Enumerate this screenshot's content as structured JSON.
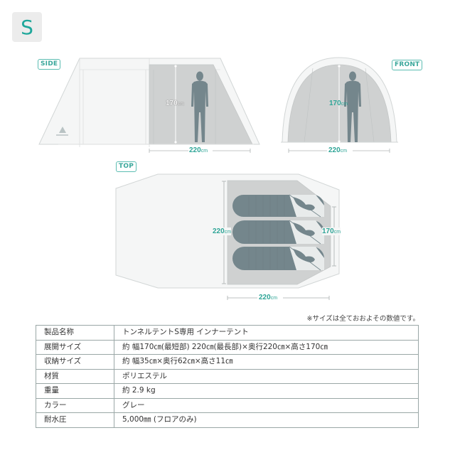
{
  "size_badge": "S",
  "views": {
    "side": {
      "label": "SIDE",
      "height_label": "170",
      "width_label": "220",
      "unit": "cm"
    },
    "front": {
      "label": "FRONT",
      "height_label": "170",
      "width_label": "220",
      "unit": "cm"
    },
    "top": {
      "label": "TOP",
      "length_label": "220",
      "right_width_label": "170",
      "bottom_width_label": "220",
      "unit": "cm"
    }
  },
  "colors": {
    "accent": "#2fa597",
    "inner_tent": "#cfd1d1",
    "silhouette": "#74868c",
    "outer_tent": "#f4f5f5"
  },
  "note": "※サイズは全ておおよその数値です。",
  "spec_table": {
    "rows": [
      {
        "key": "製品名称",
        "value": "トンネルテントS専用 インナーテント"
      },
      {
        "key": "展開サイズ",
        "value": "約 幅170㎝(最短部) 220㎝(最長部)×奥行220㎝×高さ170㎝"
      },
      {
        "key": "収納サイズ",
        "value": "約 幅35㎝×奥行62㎝×高さ11㎝"
      },
      {
        "key": "材質",
        "value": "ポリエステル"
      },
      {
        "key": "重量",
        "value": "約 2.9 kg"
      },
      {
        "key": "カラー",
        "value": "グレー"
      },
      {
        "key": "耐水圧",
        "value": "5,000㎜ (フロアのみ)"
      }
    ]
  }
}
